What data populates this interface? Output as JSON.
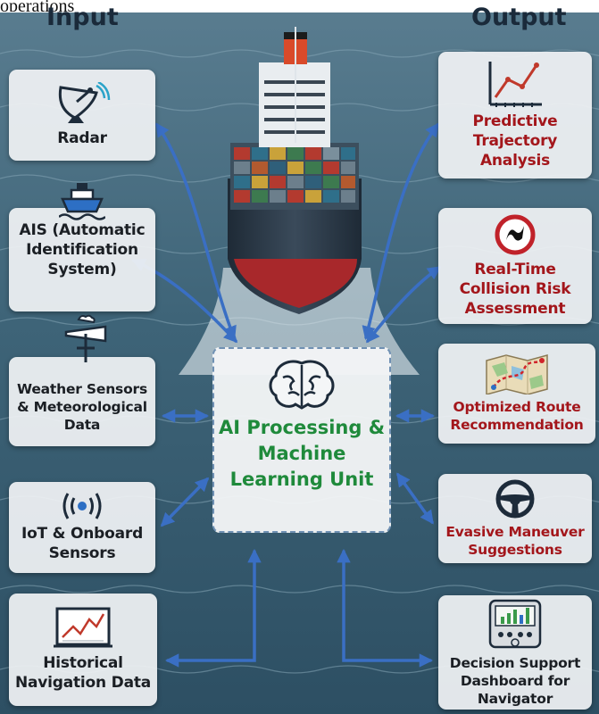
{
  "header_fragment": "operations",
  "headings": {
    "input": "Input",
    "output": "Output"
  },
  "colors": {
    "arrow": "#3a6fc4",
    "input_text": "#1b1f24",
    "output_text": "#a3161b",
    "center_text": "#1f8a3b",
    "sea": "#3e6478"
  },
  "center": {
    "icon": "brain-icon",
    "label": "AI Processing & Machine Learning Unit"
  },
  "inputs": [
    {
      "icon": "radar-icon",
      "label": "Radar"
    },
    {
      "icon": "ship-icon",
      "label": "AIS (Automatic Identification System)"
    },
    {
      "icon": "weather-vane-icon",
      "label": "Weather Sensors & Meteorological Data"
    },
    {
      "icon": "wireless-signal-icon",
      "label": "IoT & Onboard Sensors"
    },
    {
      "icon": "line-chart-icon",
      "label": "Historical Navigation Data"
    }
  ],
  "outputs": [
    {
      "icon": "trend-chart-icon",
      "label": "Predictive Trajectory Analysis"
    },
    {
      "icon": "warning-sign-icon",
      "label": "Real-Time Collision Risk Assessment"
    },
    {
      "icon": "route-map-icon",
      "label": "Optimized Route Recommendation"
    },
    {
      "icon": "steering-wheel-icon",
      "label": "Evasive Maneuver Suggestions"
    },
    {
      "icon": "dashboard-device-icon",
      "label": "Decision Support Dashboard for Navigator"
    }
  ]
}
